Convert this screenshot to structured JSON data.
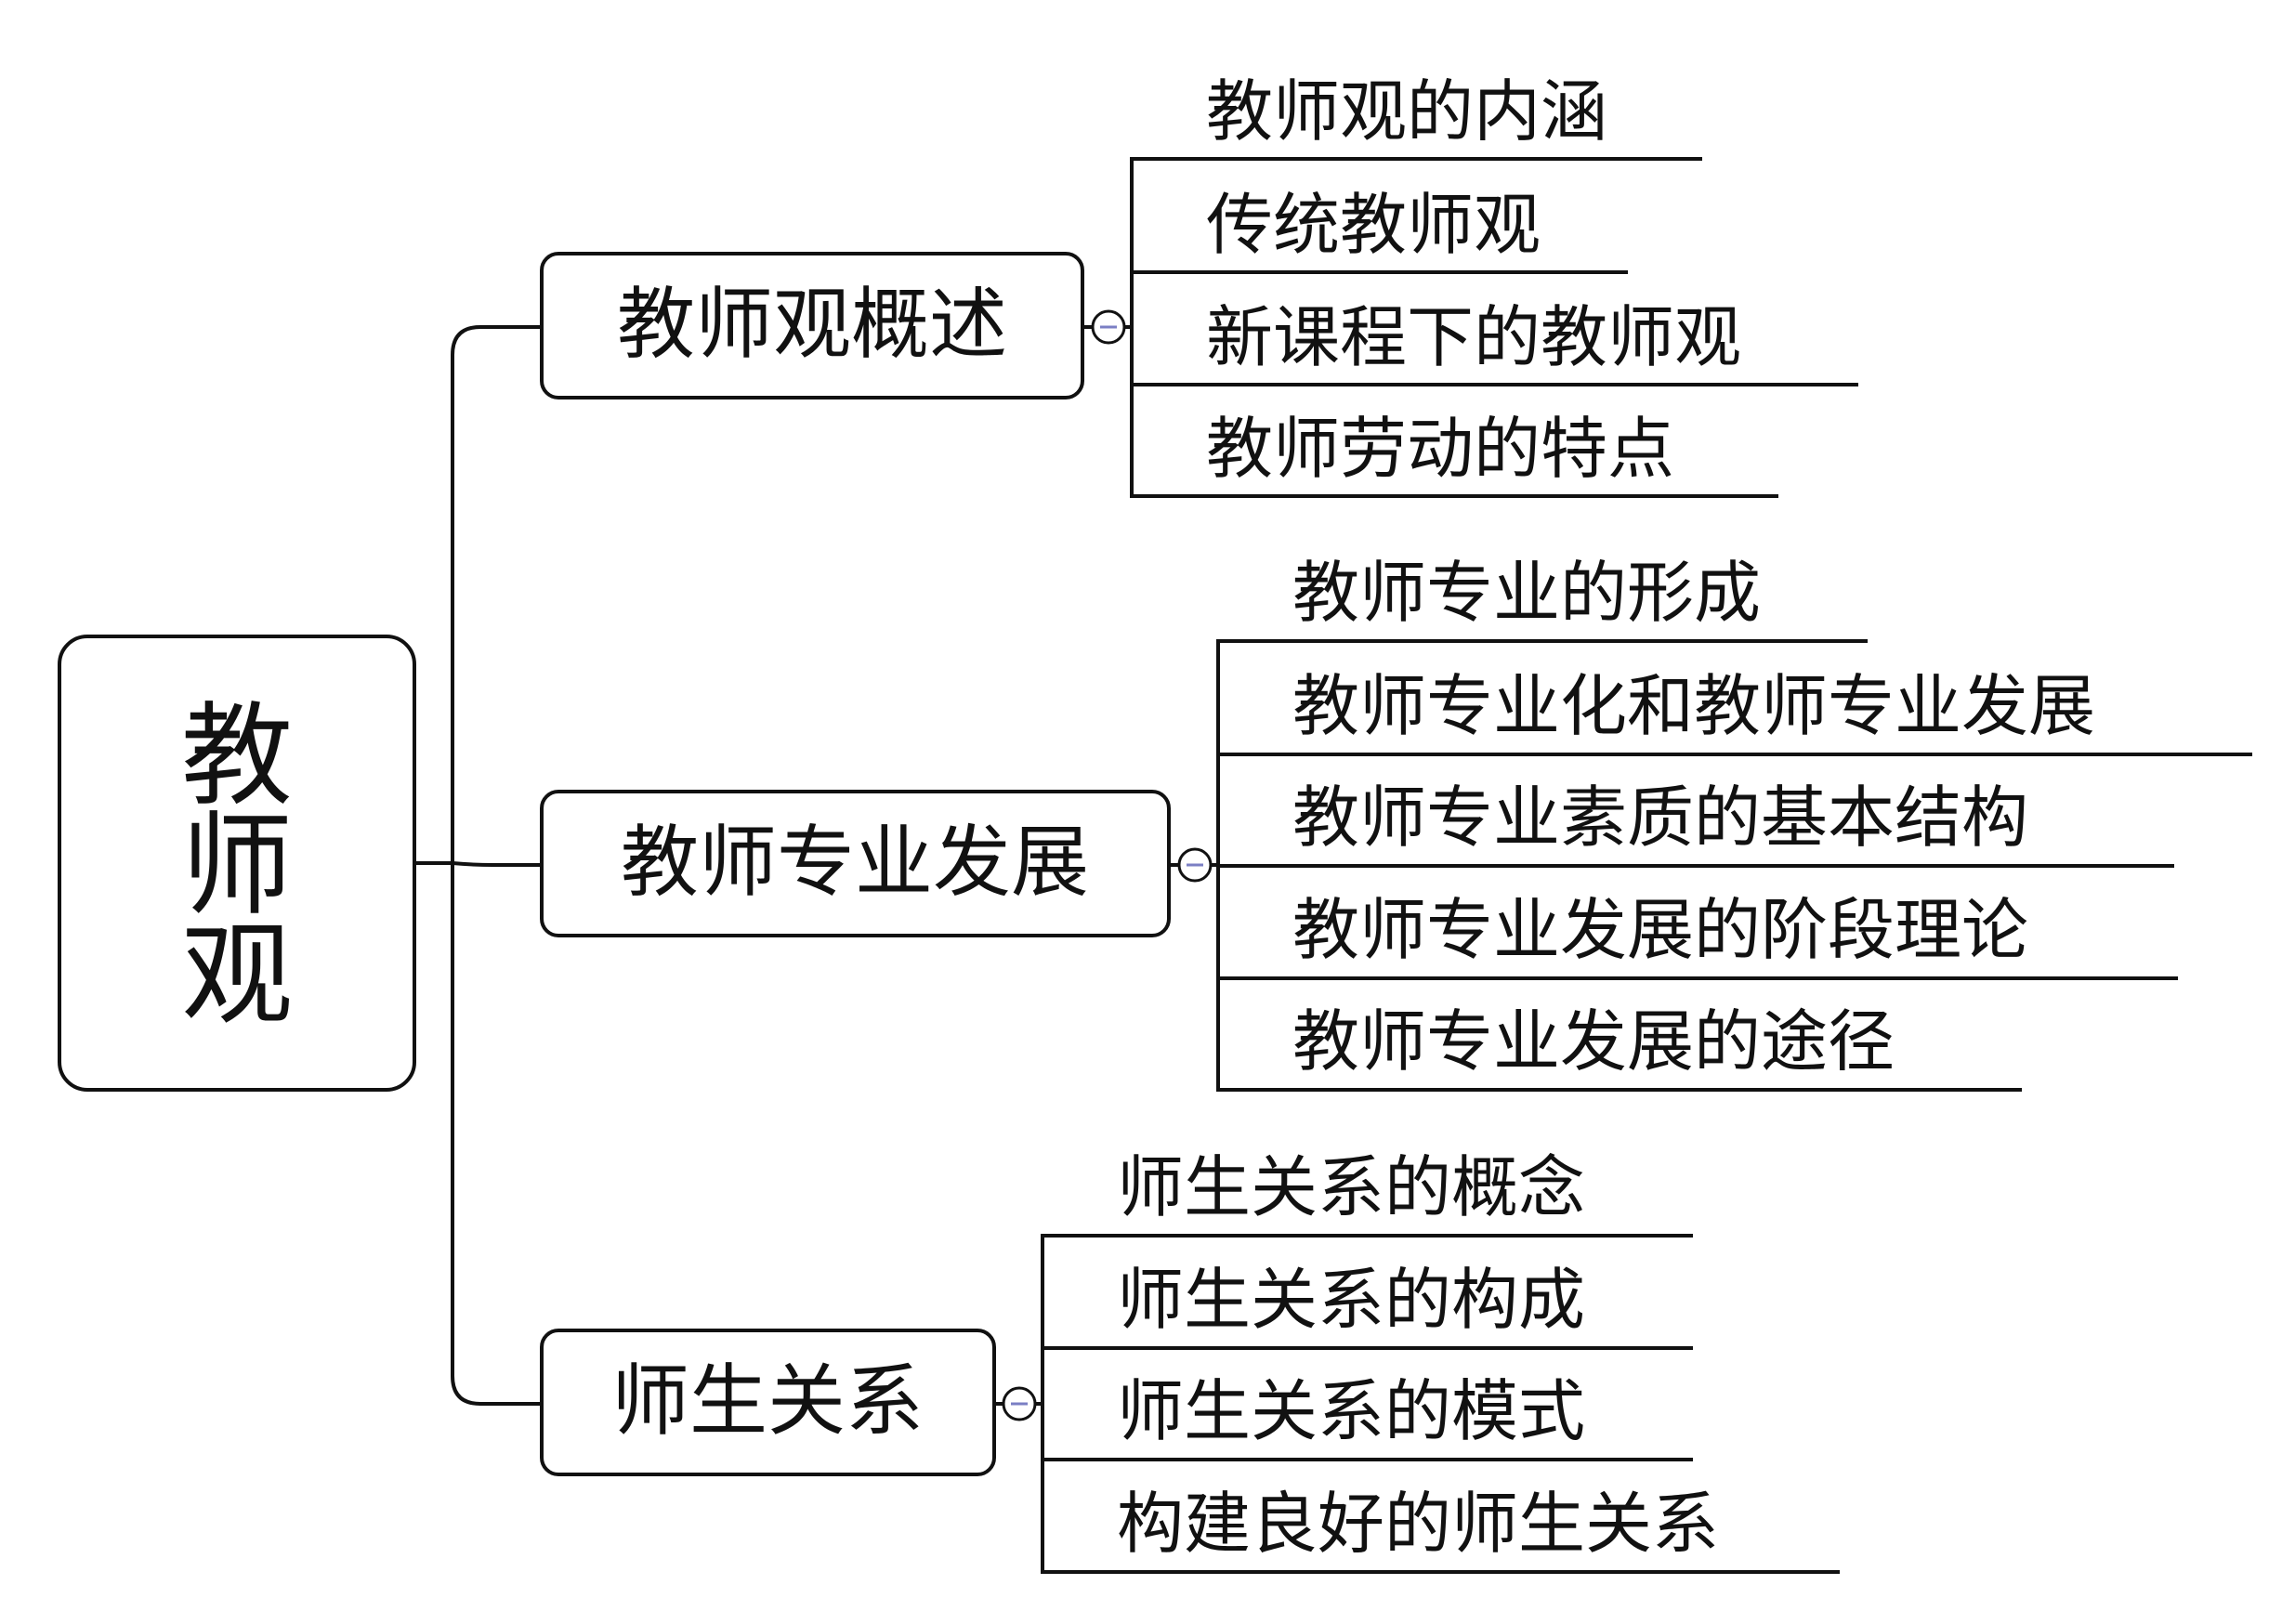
{
  "root": {
    "label": "教师观"
  },
  "branches": [
    {
      "label": "教师观概述",
      "leaves": [
        "教师观的内涵",
        "传统教师观",
        "新课程下的教师观",
        "教师劳动的特点"
      ]
    },
    {
      "label": "教师专业发展",
      "leaves": [
        "教师专业的形成",
        "教师专业化和教师专业发展",
        "教师专业素质的基本结构",
        "教师专业发展的阶段理论",
        "教师专业发展的途径"
      ]
    },
    {
      "label": "师生关系",
      "leaves": [
        "师生关系的概念",
        "师生关系的构成",
        "师生关系的模式",
        "构建良好的师生关系"
      ]
    }
  ],
  "colors": {
    "line": "#111111",
    "text": "#111111",
    "collapse_mark": "#7b7fc4",
    "background": "#ffffff"
  },
  "icons": {
    "collapse": "collapse-minus-icon"
  }
}
